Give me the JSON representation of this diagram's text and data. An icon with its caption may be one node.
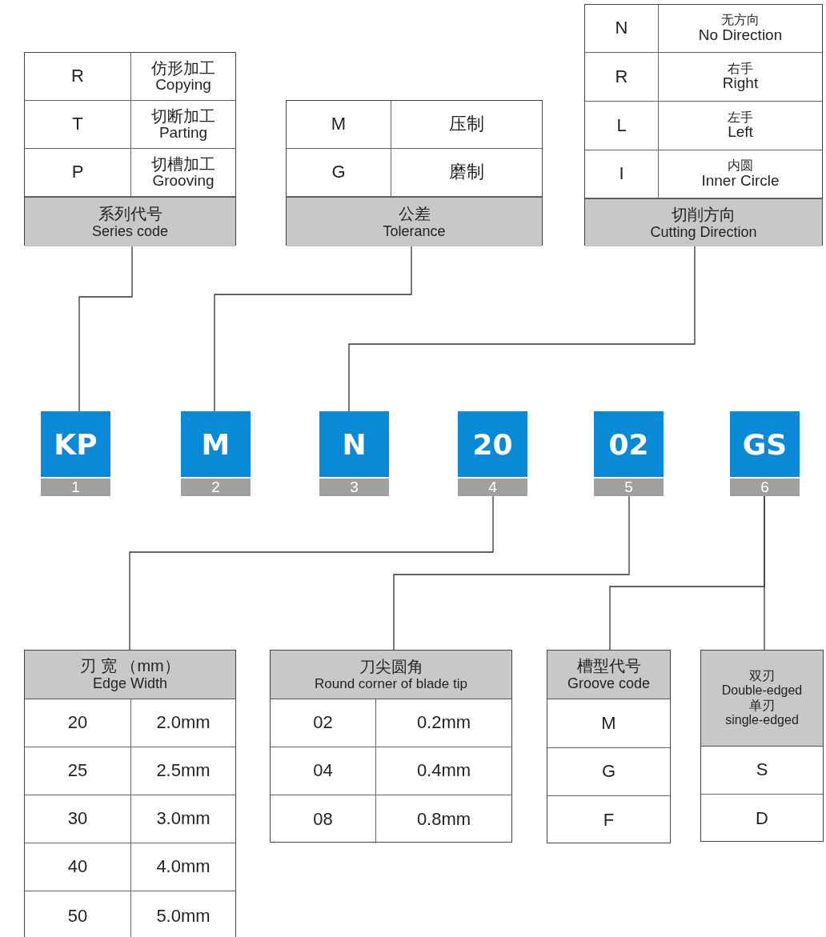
{
  "diagram": {
    "nodes": [
      {
        "text": [
          "系列代号",
          "Series code"
        ]
      },
      {
        "text": [
          "公差",
          "Tolerance"
        ]
      },
      {
        "text": [
          "切削方向",
          "Cutting Direction"
        ]
      },
      {
        "text": [
          "KP"
        ],
        "beside": [
          "1"
        ]
      },
      {
        "text": [
          "M"
        ],
        "beside": [
          "2"
        ]
      },
      {
        "text": [
          "N"
        ],
        "beside": [
          "3"
        ]
      },
      {
        "text": [
          "20"
        ],
        "beside": [
          "4"
        ]
      },
      {
        "text": [
          "02"
        ],
        "beside": [
          "5"
        ]
      },
      {
        "text": [
          "GS"
        ],
        "beside": [
          "6"
        ]
      },
      {
        "text": [
          "刃 宽 （mm）",
          "Edge Width"
        ]
      },
      {
        "text": [
          "刀尖圆角",
          "Round corner of blade tip"
        ]
      },
      {
        "text": [
          "槽型代号",
          "Groove code"
        ]
      },
      {
        "text": [
          "双刃",
          "Double-edged",
          "单刃",
          "single-edged"
        ]
      }
    ],
    "edges": [
      {
        "from": 0,
        "to": 3,
        "arrow": "none"
      },
      {
        "from": 1,
        "to": 4,
        "arrow": "none"
      },
      {
        "from": 2,
        "to": 5,
        "arrow": "none"
      },
      {
        "from": 6,
        "to": 9,
        "arrow": "none"
      },
      {
        "from": 7,
        "to": 10,
        "arrow": "none"
      },
      {
        "from": 8,
        "to": 11,
        "arrow": "none"
      },
      {
        "from": 8,
        "to": 12,
        "arrow": "none"
      }
    ],
    "labels": [
      "R",
      "仿形加工",
      "Copying",
      "T",
      "切断加工",
      "Parting",
      "P",
      "切槽加工",
      "Grooving",
      "M",
      "压制",
      "G",
      "磨制",
      "N",
      "无方向",
      "No Direction",
      "R",
      "右手",
      "Right",
      "L",
      "左手",
      "Left",
      "I",
      "内圆",
      "Inner Circle",
      "20",
      "2.0mm",
      "25",
      "2.5mm",
      "30",
      "3.0mm",
      "40",
      "4.0mm",
      "50",
      "5.0mm",
      "02",
      "0.2mm",
      "04",
      "0.4mm",
      "08",
      "0.8mm",
      "M",
      "G",
      "F",
      "S",
      "D"
    ]
  }
}
